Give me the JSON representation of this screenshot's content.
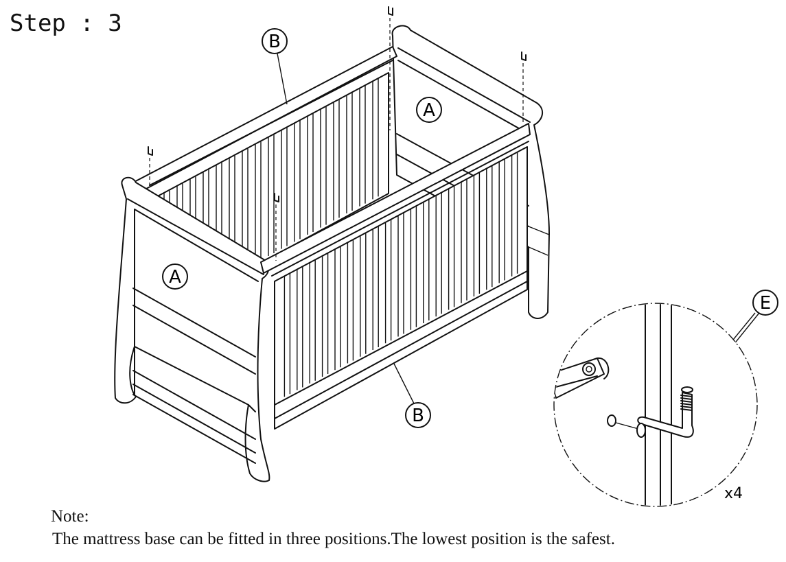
{
  "step": {
    "title": "Step : 3"
  },
  "callouts": {
    "a": "A",
    "b": "B",
    "e": "E"
  },
  "detail": {
    "quantity": "x4"
  },
  "note": {
    "heading": "Note:",
    "text": "The mattress base can be fitted in three positions.The lowest position is the safest."
  },
  "colors": {
    "line": "#111111",
    "background": "#ffffff"
  }
}
